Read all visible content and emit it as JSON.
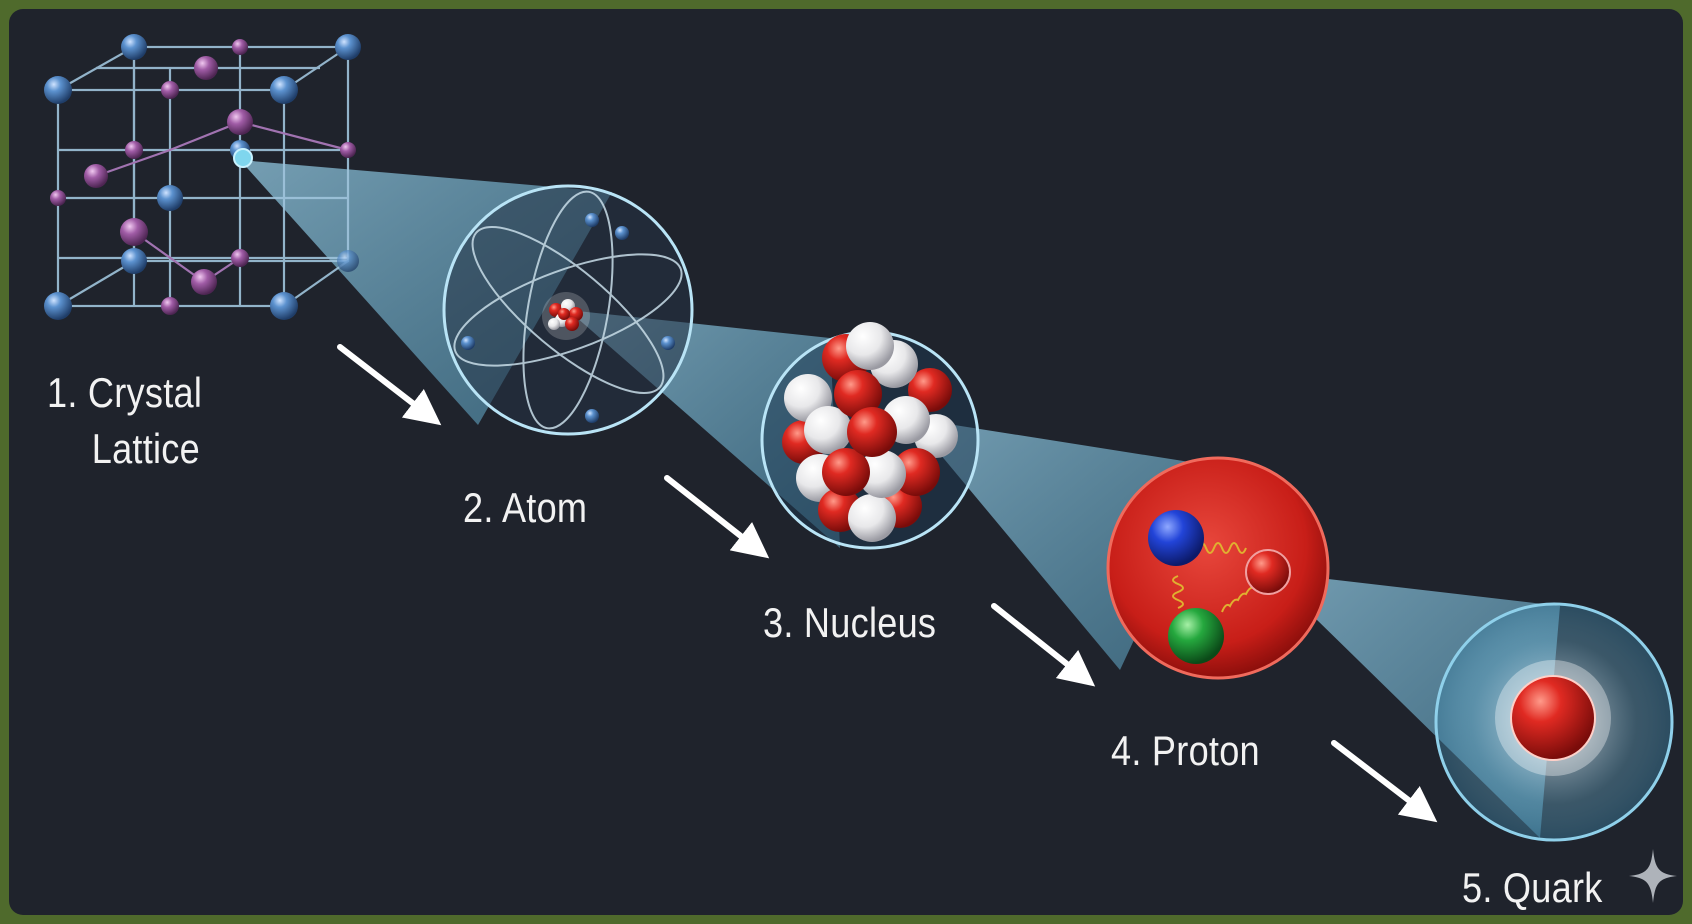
{
  "stages": [
    {
      "id": "crystal-lattice",
      "label_line1": "1. Crystal",
      "label_line2": "Lattice"
    },
    {
      "id": "atom",
      "label": "2. Atom"
    },
    {
      "id": "nucleus",
      "label": "3. Nucleus"
    },
    {
      "id": "proton",
      "label": "4. Proton"
    },
    {
      "id": "quark",
      "label": "5. Quark"
    }
  ],
  "colors": {
    "background": "#1f232c",
    "frame": "#4f6a2c",
    "beam": "#8fd6f2",
    "lattice_atom_blue": "#4e86c4",
    "lattice_atom_purple": "#a05ca6",
    "proton_red": "#d9231f",
    "neutron_white": "#f2f2f2",
    "quark_blue": "#1f3fd1",
    "quark_green": "#23a33c",
    "quark_red": "#d9231f",
    "gluon": "#e0b030",
    "arrow": "#ffffff"
  },
  "icons": [
    "arrow-icon",
    "sparkle-icon"
  ]
}
